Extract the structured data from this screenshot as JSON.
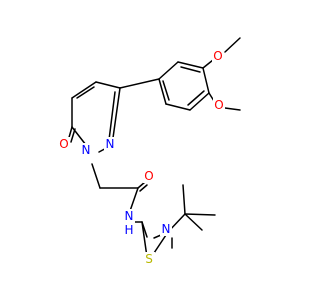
{
  "colors": {
    "background": "#ffffff",
    "bond": "#000000",
    "oxygen": "#ff0000",
    "nitrogen": "#0000ff",
    "sulfur": "#b8b800"
  },
  "atoms": {
    "o_methoxy_top": {
      "text": "O",
      "color": "oxygen"
    },
    "o_methoxy_mid": {
      "text": "O",
      "color": "oxygen"
    },
    "o_ketone": {
      "text": "O",
      "color": "oxygen"
    },
    "o_amide": {
      "text": "O",
      "color": "oxygen"
    },
    "n_ring_left": {
      "text": "N",
      "color": "nitrogen"
    },
    "n_ring_right": {
      "text": "N",
      "color": "nitrogen"
    },
    "n_amide": {
      "text": "N",
      "color": "nitrogen"
    },
    "h_amide": {
      "text": "H",
      "color": "nitrogen"
    },
    "n_thiazole": {
      "text": "N",
      "color": "nitrogen"
    },
    "s_thiazole": {
      "text": "S",
      "color": "sulfur"
    }
  }
}
